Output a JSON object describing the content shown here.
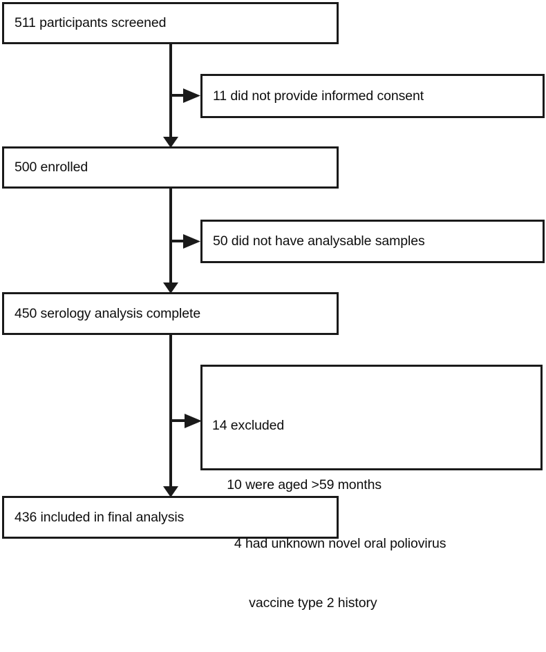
{
  "diagram": {
    "title": "Participant flow diagram",
    "type": "flowchart",
    "background_color": "#ffffff",
    "line_color": "#1a1a1a",
    "text_color": "#0d0d0d"
  },
  "main_nodes": [
    {
      "id": "screened",
      "label": "511 participants screened"
    },
    {
      "id": "enrolled",
      "label": "500 enrolled"
    },
    {
      "id": "serology",
      "label": "450 serology analysis complete"
    },
    {
      "id": "included",
      "label": "436 included in final analysis"
    }
  ],
  "exclusion_nodes": [
    {
      "id": "no-consent",
      "lines": [
        "11 did not provide informed consent"
      ]
    },
    {
      "id": "no-samples",
      "lines": [
        "50 did not have analysable samples"
      ]
    },
    {
      "id": "excluded",
      "lines": [
        "14 excluded",
        "    10 were aged >59 months",
        "      4 had unknown novel oral poliovirus",
        "          vaccine type 2 history"
      ]
    }
  ],
  "flow_counts": {
    "screened": 511,
    "not_consented": 11,
    "enrolled": 500,
    "no_analysable_samples": 50,
    "serology_complete": 450,
    "excluded_total": 14,
    "excluded_aged_over_59_months": 10,
    "excluded_unknown_nopv2_history": 4,
    "final_analysis": 436
  }
}
